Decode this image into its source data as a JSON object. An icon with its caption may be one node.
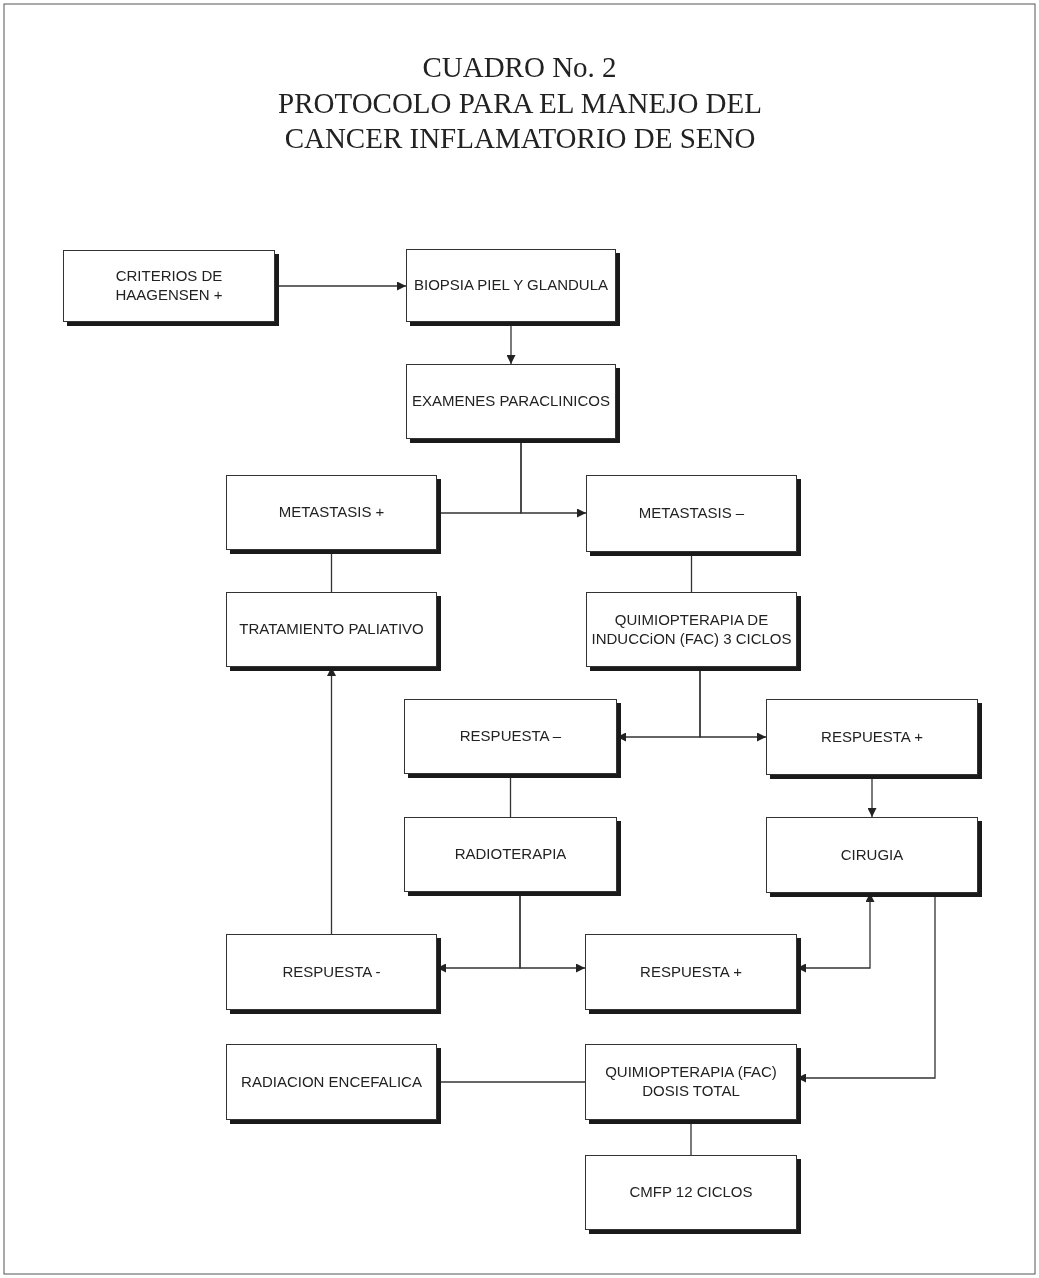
{
  "diagram": {
    "title": "CUADRO No. 2",
    "nodes": [
      {
        "text": [
          "CRITERIOS DE HAAGENSEN +"
        ]
      },
      {
        "text": [
          "BIOPSIA PIEL Y GLANDULA"
        ]
      },
      {
        "text": [
          "EXAMENES PARACLINICOS"
        ]
      },
      {
        "text": [
          "METASTASIS +"
        ]
      },
      {
        "text": [
          "METASTASIS –"
        ]
      },
      {
        "text": [
          "TRATAMIENTO PALIATIVO"
        ]
      },
      {
        "text": [
          "QUIMIOPTERAPIA DE INDUCCiON (FAC) 3 CICLOS"
        ]
      },
      {
        "text": [
          "RESPUESTA –"
        ]
      },
      {
        "text": [
          "RESPUESTA +"
        ]
      },
      {
        "text": [
          "RADIOTERAPIA"
        ]
      },
      {
        "text": [
          "CIRUGIA"
        ]
      },
      {
        "text": [
          "RESPUESTA -"
        ]
      },
      {
        "text": [
          "RESPUESTA +"
        ]
      },
      {
        "text": [
          "RADIACION ENCEFALICA"
        ]
      },
      {
        "text": [
          "QUIMIOPTERAPIA (FAC) DOSIS TOTAL"
        ]
      },
      {
        "text": [
          "CMFP 12 CICLOS"
        ]
      }
    ],
    "edges": [
      {
        "from": 0,
        "to": 1,
        "arrow": "to"
      },
      {
        "from": 1,
        "to": 2,
        "arrow": "to"
      },
      {
        "from": 2,
        "to": 3,
        "arrow": "none"
      },
      {
        "from": 2,
        "to": 4,
        "arrow": "to"
      },
      {
        "from": 3,
        "to": 5,
        "arrow": "none"
      },
      {
        "from": 4,
        "to": 6,
        "arrow": "none"
      },
      {
        "from": 6,
        "to": 7,
        "arrow": "to"
      },
      {
        "from": 6,
        "to": 8,
        "arrow": "to"
      },
      {
        "from": 7,
        "to": 9,
        "arrow": "none"
      },
      {
        "from": 8,
        "to": 10,
        "arrow": "to"
      },
      {
        "from": 11,
        "to": 5,
        "arrow": "to"
      },
      {
        "from": 9,
        "to": 11,
        "arrow": "to"
      },
      {
        "from": 9,
        "to": 12,
        "arrow": "to"
      },
      {
        "from": 12,
        "to": 10,
        "arrow": "both"
      },
      {
        "from": 10,
        "to": 14,
        "arrow": "to"
      },
      {
        "from": 14,
        "to": 13,
        "arrow": "none"
      },
      {
        "from": 14,
        "to": 15,
        "arrow": "none"
      }
    ],
    "labels": [
      "PROTOCOLO PARA EL MANEJO DEL CANCER INFLAMATORIO DE SENO"
    ]
  }
}
